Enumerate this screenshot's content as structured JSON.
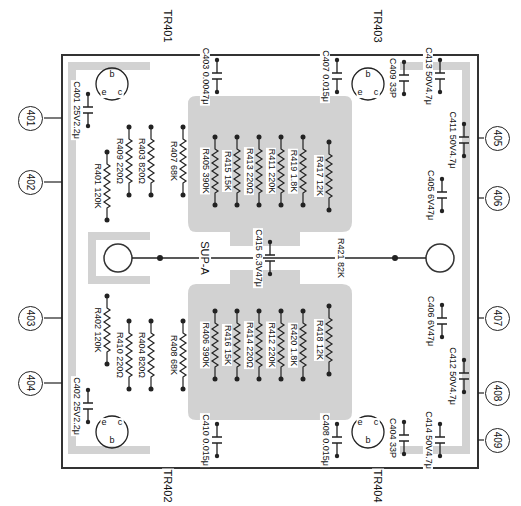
{
  "diagram": {
    "nodes": [
      {
        "text": [
          "401"
        ]
      },
      {
        "text": [
          "402"
        ]
      },
      {
        "text": [
          "403"
        ]
      },
      {
        "text": [
          "404"
        ]
      },
      {
        "text": [
          "405"
        ]
      },
      {
        "text": [
          "406"
        ]
      },
      {
        "text": [
          "407"
        ]
      },
      {
        "text": [
          "408"
        ]
      },
      {
        "text": [
          "409"
        ]
      }
    ],
    "labels": [
      "TR401",
      "TR403",
      "C401 25V2.2μ",
      "e",
      "b",
      "c",
      "C403 0.0047μ",
      "C407 0.015μ",
      "C409 33P",
      "e",
      "b",
      "c",
      "C413 50V4.7μ",
      "R401 120K",
      "R409 220Ω",
      "R403 820Ω",
      "R407 68K",
      "R405 390K",
      "R415 15K",
      "R413 220Ω",
      "R411 220K",
      "R419 1.8K",
      "R417 12K",
      "C411 50V4.7μ",
      "C405 6V47μ",
      "SUP-A",
      "C415 6.3V47μ",
      "R421 82K",
      "R402 120K",
      "R410 220Ω",
      "R404 820Ω",
      "R408 68K",
      "R406 390K",
      "R416 15K",
      "R414 220Ω",
      "R412 220K",
      "R420 1.8K",
      "R418 12K",
      "C406 6V47μ",
      "C412 50V4.7μ",
      "C402 25V2.2μ",
      "e",
      "b",
      "c",
      "C410 0.015μ",
      "C408 0.015μ",
      "e",
      "b",
      "c",
      "C404 33P",
      "C414 50V4.7μ",
      "TR402",
      "TR404"
    ]
  }
}
